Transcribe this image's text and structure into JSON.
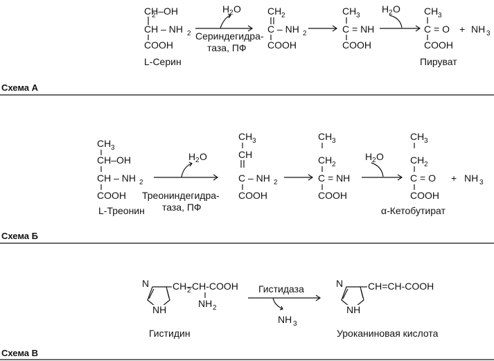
{
  "scheme_a": {
    "caption": "Схема А",
    "serine": {
      "r1": "CH–OH",
      "r1_sub": "2",
      "r2": "CH – NH",
      "r2_sub": "2",
      "r3": "COOH",
      "name": "L-Серин"
    },
    "water": {
      "text": "H",
      "sub": "2",
      "tail": "O"
    },
    "enzyme_line1": "Сериндегидра-",
    "enzyme_line2": "таза, ПФ",
    "int1": {
      "r1": "CH",
      "r1_sub": "2",
      "r2": "C – NH",
      "r2_sub": "2",
      "r3": "COOH"
    },
    "int2": {
      "r1": "CH",
      "r1_sub": "3",
      "r2": "C = NH",
      "r3": "COOH"
    },
    "water2": {
      "text": "H",
      "sub": "2",
      "tail": "O"
    },
    "pyruvate": {
      "r1": "CH",
      "r1_sub": "3",
      "r2": "C = O",
      "r3": "COOH",
      "name": "Пируват"
    },
    "plus": "+",
    "ammonia": {
      "text": "NH",
      "sub": "3"
    }
  },
  "scheme_b": {
    "caption": "Схема Б",
    "threonine": {
      "r1": "CH",
      "r1_sub": "3",
      "r2": "CH–OH",
      "r3": "CH – NH",
      "r3_sub": "2",
      "r4": "COOH",
      "name": "L-Треонин"
    },
    "water": {
      "text": "H",
      "sub": "2",
      "tail": "O"
    },
    "enzyme_line1": "Треониндегидра-",
    "enzyme_line2": "таза, ПФ",
    "int1": {
      "r1": "CH",
      "r1_sub": "3",
      "r2": "CH",
      "r3": "C – NH",
      "r3_sub": "2",
      "r4": "COOH"
    },
    "int2": {
      "r1": "CH",
      "r1_sub": "3",
      "r2": "CH",
      "r2_sub": "2",
      "r3": "C = NH",
      "r4": "COOH"
    },
    "water2": {
      "text": "H",
      "sub": "2",
      "tail": "O"
    },
    "ketobutyrate": {
      "r1": "CH",
      "r1_sub": "3",
      "r2": "CH",
      "r2_sub": "2",
      "r3": "C = O",
      "r4": "COOH",
      "name": "α-Кетобутират"
    },
    "plus": "+",
    "ammonia": {
      "text": "NH",
      "sub": "3"
    }
  },
  "scheme_c": {
    "caption": "Схема В",
    "histidine": {
      "ring_n_top": "N",
      "ring_nh": "NH",
      "chain": "CH–CH-COOH",
      "chain_sub": "2",
      "amino": "NH",
      "amino_sub": "2",
      "name": "Гистидин"
    },
    "enzyme": "Гистидаза",
    "ammonia": {
      "text": "NH",
      "sub": "3"
    },
    "urocanic": {
      "ring_n_top": "N",
      "ring_nh": "NH",
      "chain": "CH=CH-COOH",
      "name": "Уроканиновая кислота"
    }
  }
}
